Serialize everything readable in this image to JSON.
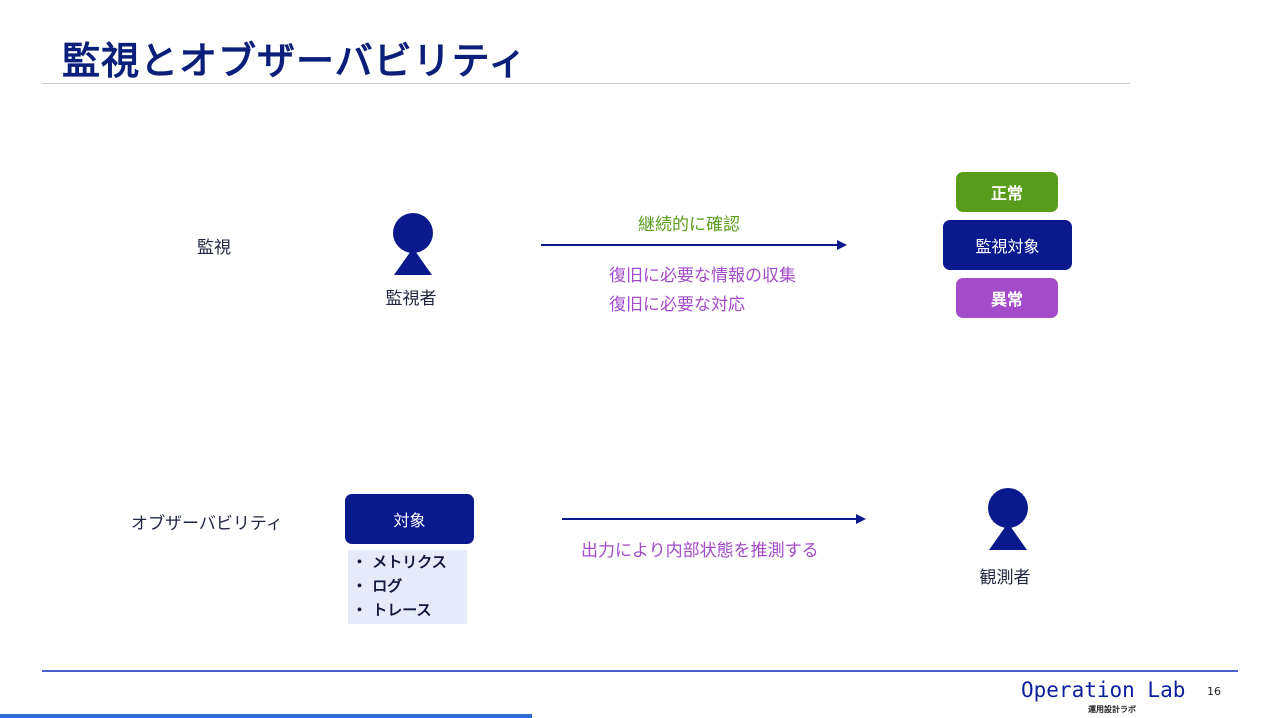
{
  "title": "監視とオブザーバビリティ",
  "monitoring": {
    "label": "監視",
    "actor": "監視者",
    "arrow_label_top": "継続的に確認",
    "arrow_label_bottom_1": "復旧に必要な情報の収集",
    "arrow_label_bottom_2": "復旧に必要な対応",
    "status_normal": "正常",
    "target": "監視対象",
    "status_abnormal": "異常"
  },
  "observability": {
    "label": "オブザーバビリティ",
    "target": "対象",
    "signals": [
      "・ メトリクス",
      "・ ログ",
      "・ トレース"
    ],
    "arrow_label": "出力により内部状態を推測する",
    "actor": "観測者"
  },
  "footer": {
    "logo": "Operation Lab",
    "logo_sub": "運用設計ラボ",
    "page_number": "16"
  },
  "colors": {
    "title": "#0a1f7a",
    "navy": "#0a1a8c",
    "green": "#5a9c1c",
    "purple": "#a34bc8",
    "list_bg": "#e6ebfa",
    "footer_rule": "#4b5fcc"
  },
  "icons": [
    "person-icon",
    "arrow-right-icon"
  ]
}
